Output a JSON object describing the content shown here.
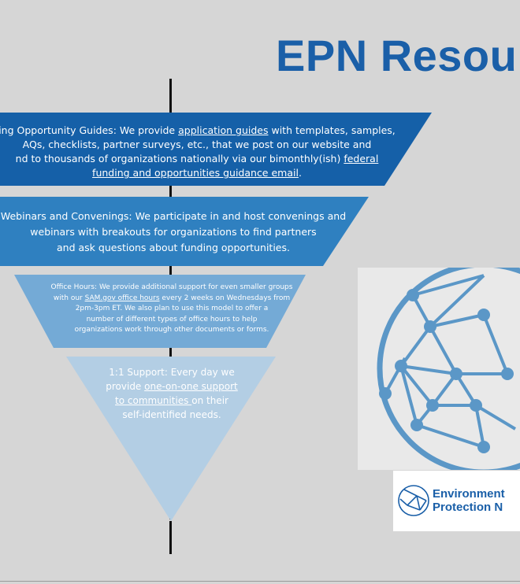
{
  "title": "EPN Resou",
  "funnel": {
    "tier1": {
      "text_a": "ing Opportunity Guides: We provide ",
      "link_a": "application guides",
      "text_b": " with templates, samples,",
      "line2": "AQs, checklists, partner surveys, etc., that we post on our website and",
      "line3_text": "nd to thousands of organizations nationally via our bimonthly(ish) ",
      "line3_link": "federal",
      "line4_link": "funding and opportunities guidance email",
      "line4_end": "."
    },
    "tier2": {
      "line1": "Webinars and Convenings: We participate in and host convenings and",
      "line2": "webinars with breakouts for organizations to find partners",
      "line3": "and ask questions about funding opportunities."
    },
    "tier3": {
      "line1": "Office Hours: We provide additional support for  even  smaller groups",
      "line2_a": "with our ",
      "line2_link": "SAM.gov office hours",
      "line2_b": " every 2 weeks on Wednesdays from",
      "line3": "2pm-3pm ET. We also plan to use this model to offer a",
      "line4": "number of different types of office hours to help",
      "line5": "organizations work through other documents or forms."
    },
    "tier4": {
      "line1": "1:1 Support: Every day we",
      "line2_a": "provide ",
      "line2_link": "one-on-one support",
      "line3_link": " to communities ",
      "line3_b": "on their",
      "line4": "self-identified needs."
    }
  },
  "logo": {
    "line1": "Environment",
    "line2": "Protection N"
  },
  "colors": {
    "title": "#1a5fa8",
    "tier1": "#1560a8",
    "tier2": "#2f80c0",
    "tier3": "#74aad6",
    "tier4": "#b3cee4"
  }
}
